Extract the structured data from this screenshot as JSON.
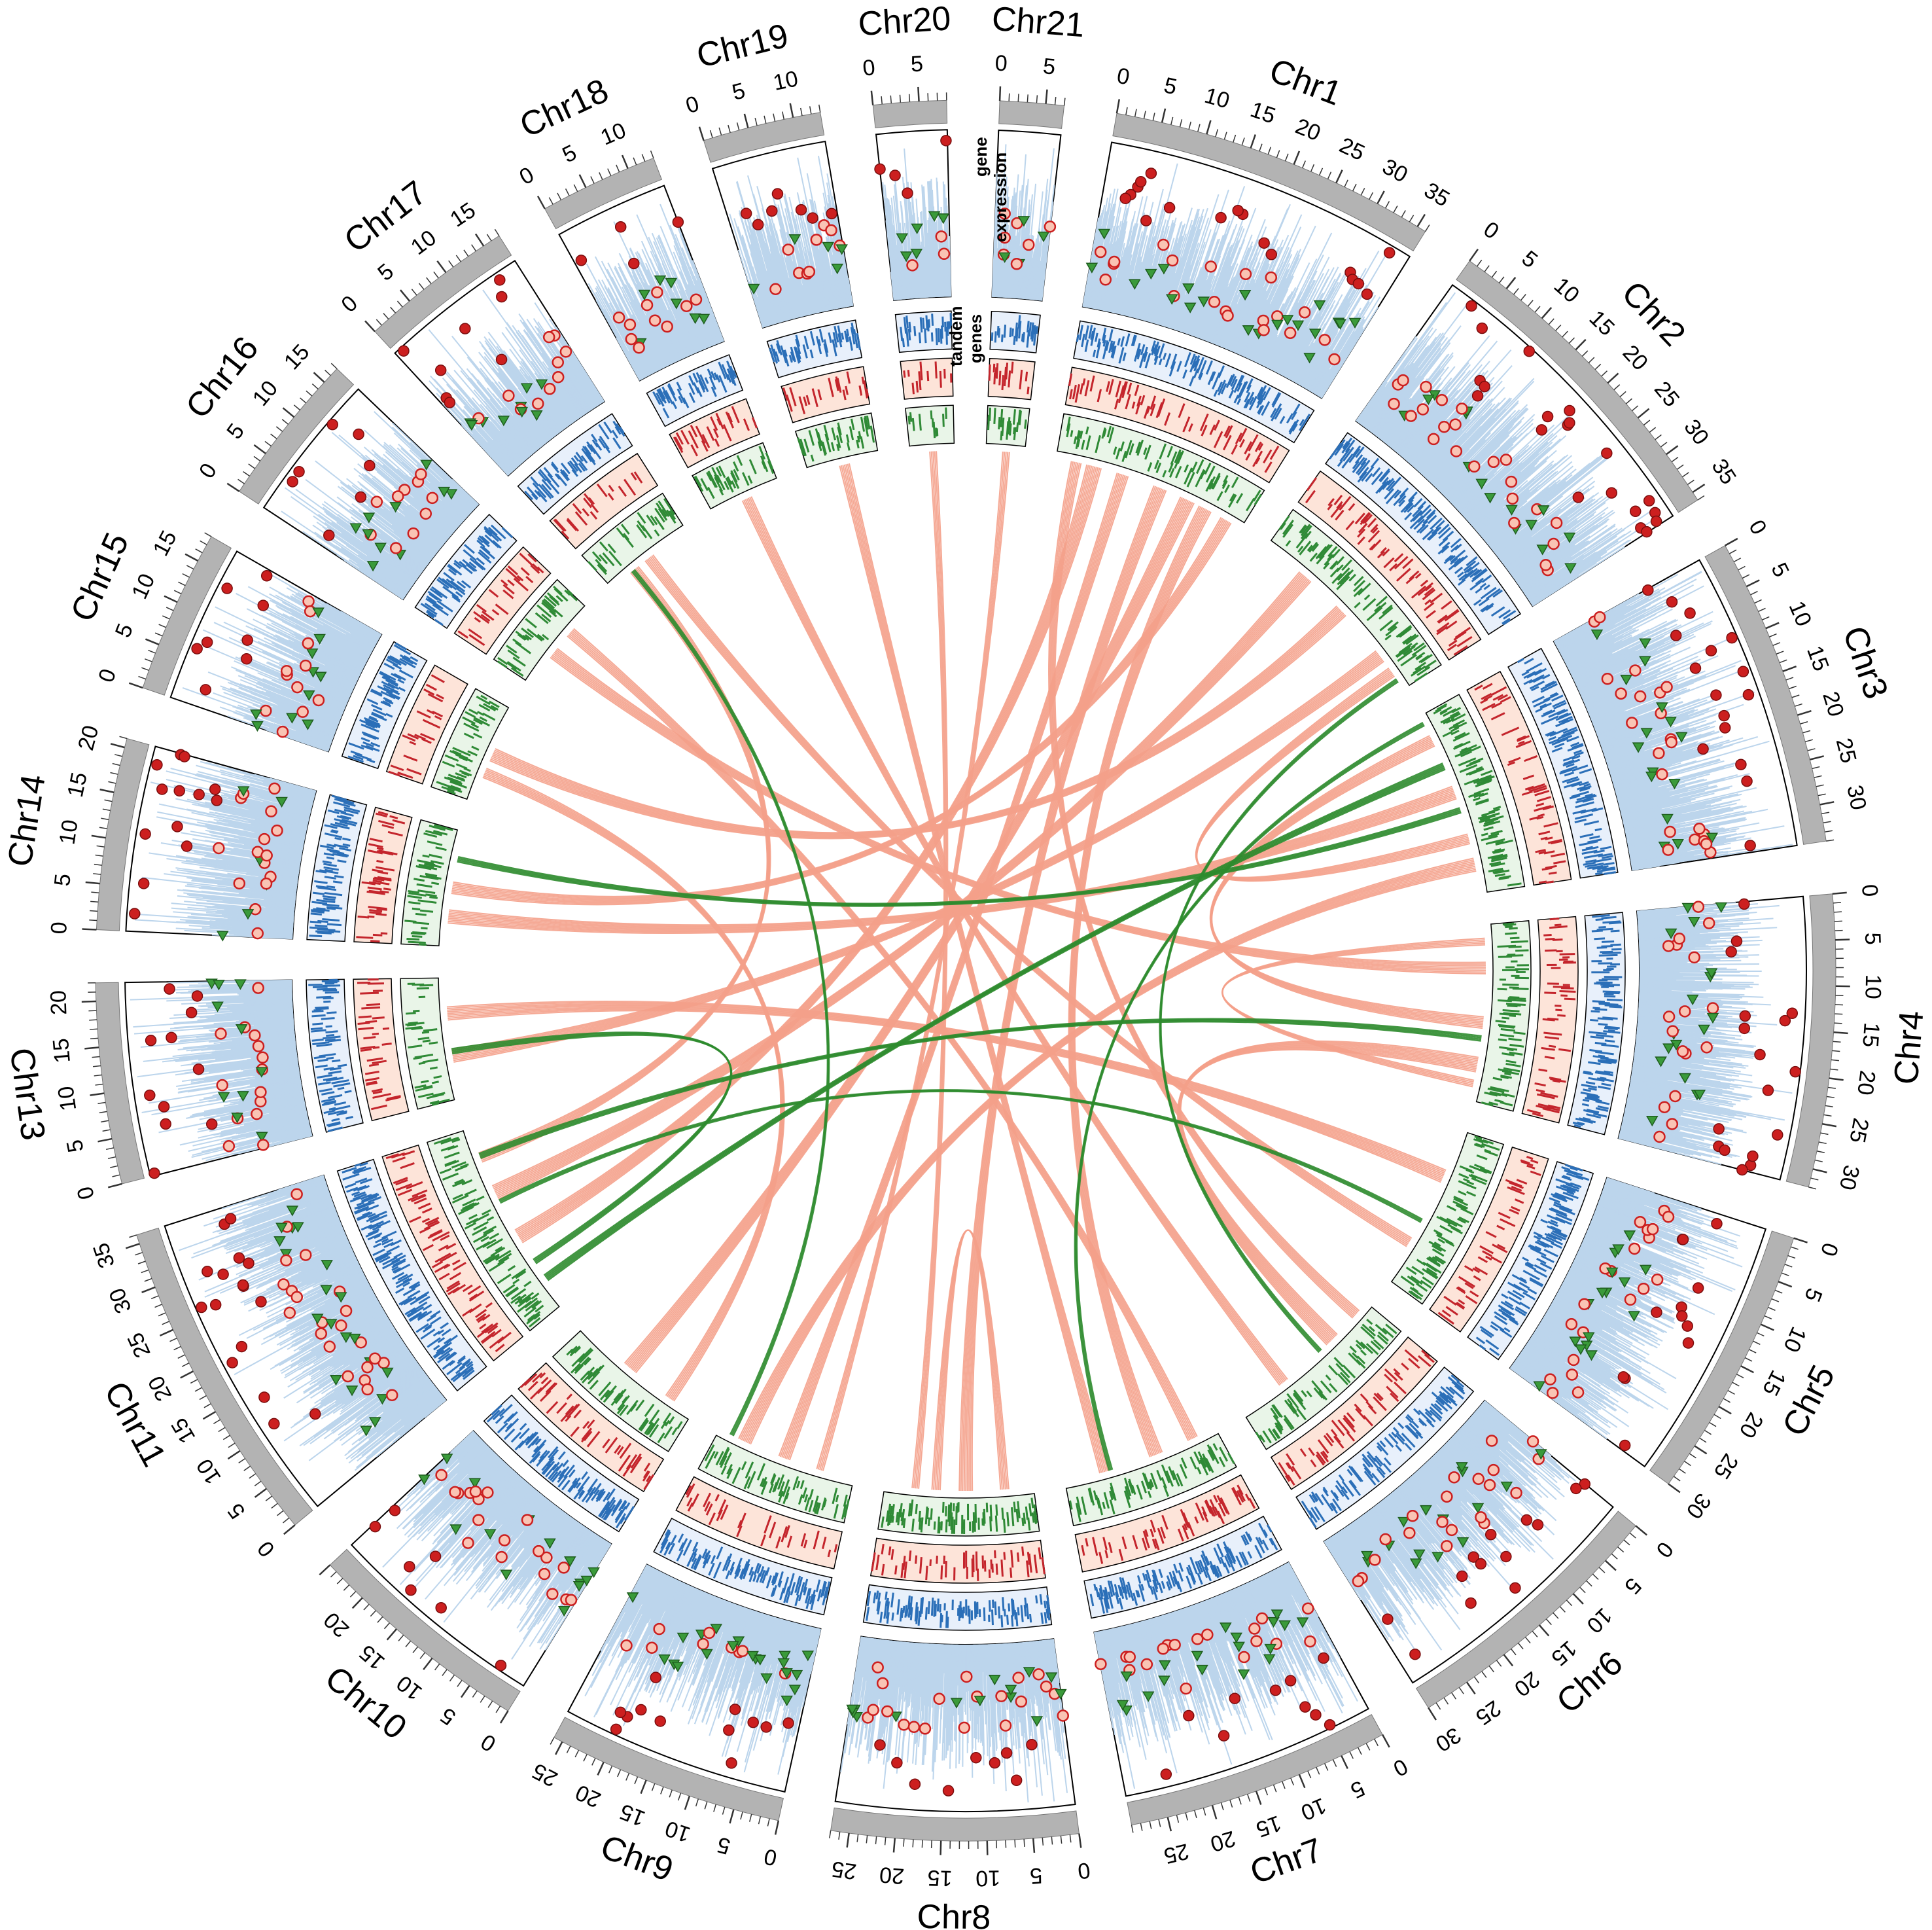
{
  "figure": {
    "type": "circos",
    "colors": {
      "ideogram": "#b3b3b3",
      "expression_bars": "#bcd5ec",
      "marker_red": "#cc1f1f",
      "marker_open": "#f9c4b4",
      "marker_green": "#3a9a3a",
      "tandem_bg": "#e8f0fb",
      "tandem_bar": "#2b6fb8",
      "red_track_bg": "#fde4d9",
      "red_track_bar": "#c4252c",
      "green_track_bg": "#e9f5e8",
      "green_track_bar": "#2f8a36",
      "link_salmon": "#f4a08a",
      "link_green": "#2e8b2e"
    },
    "track_labels": [
      "gene",
      "expression",
      "tandem",
      "genes"
    ],
    "chromosomes": [
      {
        "name": "Chr1",
        "length": 36,
        "ticks": [
          0,
          5,
          10,
          15,
          20,
          25,
          30,
          35
        ]
      },
      {
        "name": "Chr2",
        "length": 36,
        "ticks": [
          0,
          5,
          10,
          15,
          20,
          25,
          30,
          35
        ]
      },
      {
        "name": "Chr3",
        "length": 34,
        "ticks": [
          0,
          5,
          10,
          15,
          20,
          25,
          30
        ]
      },
      {
        "name": "Chr4",
        "length": 32,
        "ticks": [
          0,
          5,
          10,
          15,
          20,
          25,
          30
        ]
      },
      {
        "name": "Chr5",
        "length": 30,
        "ticks": [
          0,
          5,
          10,
          15,
          20,
          25,
          30
        ]
      },
      {
        "name": "Chr6",
        "length": 30,
        "ticks": [
          0,
          5,
          10,
          15,
          20,
          25,
          30
        ]
      },
      {
        "name": "Chr7",
        "length": 29,
        "ticks": [
          0,
          5,
          10,
          15,
          20,
          25
        ]
      },
      {
        "name": "Chr8",
        "length": 27,
        "ticks": [
          0,
          5,
          10,
          15,
          20,
          25
        ]
      },
      {
        "name": "Chr9",
        "length": 26,
        "ticks": [
          0,
          5,
          10,
          15,
          20,
          25
        ]
      },
      {
        "name": "Chr10",
        "length": 25,
        "ticks": [
          0,
          5,
          10,
          15,
          20
        ]
      },
      {
        "name": "Chr11",
        "length": 36,
        "ticks": [
          0,
          5,
          10,
          15,
          20,
          25,
          30,
          35
        ]
      },
      {
        "name": "Chr13",
        "length": 22,
        "ticks": [
          0,
          5,
          10,
          15,
          20
        ]
      },
      {
        "name": "Chr14",
        "length": 21,
        "ticks": [
          0,
          5,
          10,
          15,
          20
        ]
      },
      {
        "name": "Chr15",
        "length": 18,
        "ticks": [
          0,
          5,
          10,
          15
        ]
      },
      {
        "name": "Chr16",
        "length": 17,
        "ticks": [
          0,
          5,
          10,
          15
        ]
      },
      {
        "name": "Chr17",
        "length": 17,
        "ticks": [
          0,
          5,
          10,
          15
        ]
      },
      {
        "name": "Chr18",
        "length": 13,
        "ticks": [
          0,
          5,
          10
        ]
      },
      {
        "name": "Chr19",
        "length": 13,
        "ticks": [
          0,
          5,
          10
        ]
      },
      {
        "name": "Chr20",
        "length": 8,
        "ticks": [
          0,
          5
        ]
      },
      {
        "name": "Chr21",
        "length": 7,
        "ticks": [
          0,
          5
        ]
      }
    ],
    "links": [
      {
        "a": "Chr1",
        "ap": 0.55,
        "b": "Chr8",
        "bp": 0.45,
        "color": "salmon",
        "w": 28
      },
      {
        "a": "Chr1",
        "ap": 0.7,
        "b": "Chr10",
        "bp": 0.55,
        "color": "salmon",
        "w": 30
      },
      {
        "a": "Chr1",
        "ap": 0.8,
        "b": "Chr7",
        "bp": 0.4,
        "color": "salmon",
        "w": 26
      },
      {
        "a": "Chr1",
        "ap": 0.92,
        "b": "Chr14",
        "bp": 0.5,
        "color": "salmon",
        "w": 24
      },
      {
        "a": "Chr1",
        "ap": 0.2,
        "b": "Chr11",
        "bp": 0.4,
        "color": "salmon",
        "w": 30
      },
      {
        "a": "Chr1",
        "ap": 0.35,
        "b": "Chr9",
        "bp": 0.5,
        "color": "salmon",
        "w": 24
      },
      {
        "a": "Chr2",
        "ap": 0.25,
        "b": "Chr11",
        "bp": 0.65,
        "color": "salmon",
        "w": 30
      },
      {
        "a": "Chr2",
        "ap": 0.5,
        "b": "Chr15",
        "bp": 0.5,
        "color": "salmon",
        "w": 26
      },
      {
        "a": "Chr2",
        "ap": 0.8,
        "b": "Chr13",
        "bp": 0.35,
        "color": "salmon",
        "w": 26
      },
      {
        "a": "Chr2",
        "ap": 0.9,
        "b": "Chr3",
        "bp": 0.7,
        "color": "salmon",
        "w": 20
      },
      {
        "a": "Chr3",
        "ap": 0.15,
        "b": "Chr4",
        "bp": 0.55,
        "color": "salmon",
        "w": 24
      },
      {
        "a": "Chr3",
        "ap": 0.45,
        "b": "Chr14",
        "bp": 0.25,
        "color": "salmon",
        "w": 26
      },
      {
        "a": "Chr3",
        "ap": 0.85,
        "b": "Chr9",
        "bp": 0.8,
        "color": "salmon",
        "w": 26
      },
      {
        "a": "Chr4",
        "ap": 0.25,
        "b": "Chr16",
        "bp": 0.4,
        "color": "salmon",
        "w": 24
      },
      {
        "a": "Chr4",
        "ap": 0.8,
        "b": "Chr6",
        "bp": 0.3,
        "color": "salmon",
        "w": 30
      },
      {
        "a": "Chr5",
        "ap": 0.3,
        "b": "Chr13",
        "bp": 0.7,
        "color": "salmon",
        "w": 28
      },
      {
        "a": "Chr5",
        "ap": 0.75,
        "b": "Chr17",
        "bp": 0.5,
        "color": "salmon",
        "w": 22
      },
      {
        "a": "Chr6",
        "ap": 0.7,
        "b": "Chr18",
        "bp": 0.5,
        "color": "salmon",
        "w": 20
      },
      {
        "a": "Chr7",
        "ap": 0.75,
        "b": "Chr19",
        "bp": 0.5,
        "color": "salmon",
        "w": 20
      },
      {
        "a": "Chr8",
        "ap": 0.8,
        "b": "Chr20",
        "bp": 0.5,
        "color": "salmon",
        "w": 16
      },
      {
        "a": "Chr9",
        "ap": 0.25,
        "b": "Chr21",
        "bp": 0.5,
        "color": "salmon",
        "w": 16
      },
      {
        "a": "Chr10",
        "ap": 0.2,
        "b": "Chr15",
        "bp": 0.3,
        "color": "salmon",
        "w": 22
      },
      {
        "a": "Chr11",
        "ap": 0.85,
        "b": "Chr17",
        "bp": 0.3,
        "color": "salmon",
        "w": 22
      },
      {
        "a": "Chr8",
        "ap": 0.2,
        "b": "Chr8",
        "bp": 0.65,
        "color": "salmon",
        "w": 18
      },
      {
        "a": "Chr4",
        "ap": 0.1,
        "b": "Chr4",
        "bp": 0.9,
        "color": "salmon",
        "w": 16
      },
      {
        "a": "Chr6",
        "ap": 0.1,
        "b": "Chr1",
        "bp": 0.1,
        "color": "salmon",
        "w": 22
      },
      {
        "a": "Chr16",
        "ap": 0.7,
        "b": "Chr7",
        "bp": 0.15,
        "color": "salmon",
        "w": 22
      },
      {
        "a": "Chr3",
        "ap": 0.3,
        "b": "Chr11",
        "bp": 0.15,
        "color": "green",
        "w": 14
      },
      {
        "a": "Chr3",
        "ap": 0.55,
        "b": "Chr14",
        "bp": 0.75,
        "color": "green",
        "w": 12
      },
      {
        "a": "Chr4",
        "ap": 0.65,
        "b": "Chr11",
        "bp": 0.85,
        "color": "green",
        "w": 12
      },
      {
        "a": "Chr2",
        "ap": 0.95,
        "b": "Chr6",
        "bp": 0.4,
        "color": "green",
        "w": 10
      },
      {
        "a": "Chr5",
        "ap": 0.6,
        "b": "Chr11",
        "bp": 0.6,
        "color": "green",
        "w": 10
      },
      {
        "a": "Chr17",
        "ap": 0.3,
        "b": "Chr9",
        "bp": 0.9,
        "color": "green",
        "w": 8
      },
      {
        "a": "Chr3",
        "ap": 0.05,
        "b": "Chr7",
        "bp": 0.7,
        "color": "green",
        "w": 10
      },
      {
        "a": "Chr13",
        "ap": 0.4,
        "b": "Chr11",
        "bp": 0.25,
        "color": "green",
        "w": 12
      }
    ]
  }
}
